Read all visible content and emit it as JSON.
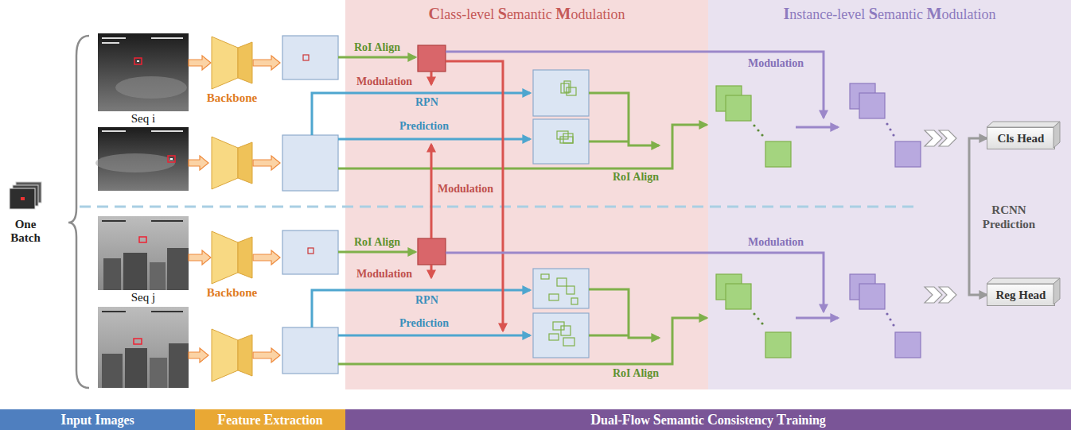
{
  "diagram": {
    "nodes": [
      {
        "text": [
          "Class-level Semantic Modulation"
        ]
      },
      {
        "text": [
          "Instance-level Semantic Modulation"
        ]
      },
      {
        "text": [
          "One Batch"
        ]
      },
      {
        "text": [
          "Seq i"
        ]
      },
      {
        "text": [
          "Backbone"
        ]
      },
      {
        "text": [
          "Seq j"
        ]
      },
      {
        "text": [
          "Backbone"
        ]
      },
      {
        "text": [
          "Cls Head"
        ],
        "in": 1
      },
      {
        "text": [
          "Reg Head"
        ],
        "in": 1
      },
      {
        "text": [
          "Input Images"
        ]
      },
      {
        "text": [
          "Feature Extraction"
        ]
      },
      {
        "text": [
          "Dual-Flow Semantic Consistency Training"
        ]
      }
    ],
    "edges": [
      {
        "from": 3,
        "to": 4,
        "arrow": "to"
      },
      {
        "from": 5,
        "to": 6,
        "arrow": "to"
      },
      {
        "from": 7,
        "to": 8,
        "label": "RCNN Prediction",
        "arrow": "both"
      }
    ],
    "labels": [
      "RoI Align",
      "Modulation",
      "RPN",
      "Prediction",
      "Modulation",
      "RoI Align",
      "Modulation",
      "RoI Align",
      "Modulation",
      "Modulation",
      "RPN",
      "Prediction",
      "RoI Align"
    ]
  }
}
